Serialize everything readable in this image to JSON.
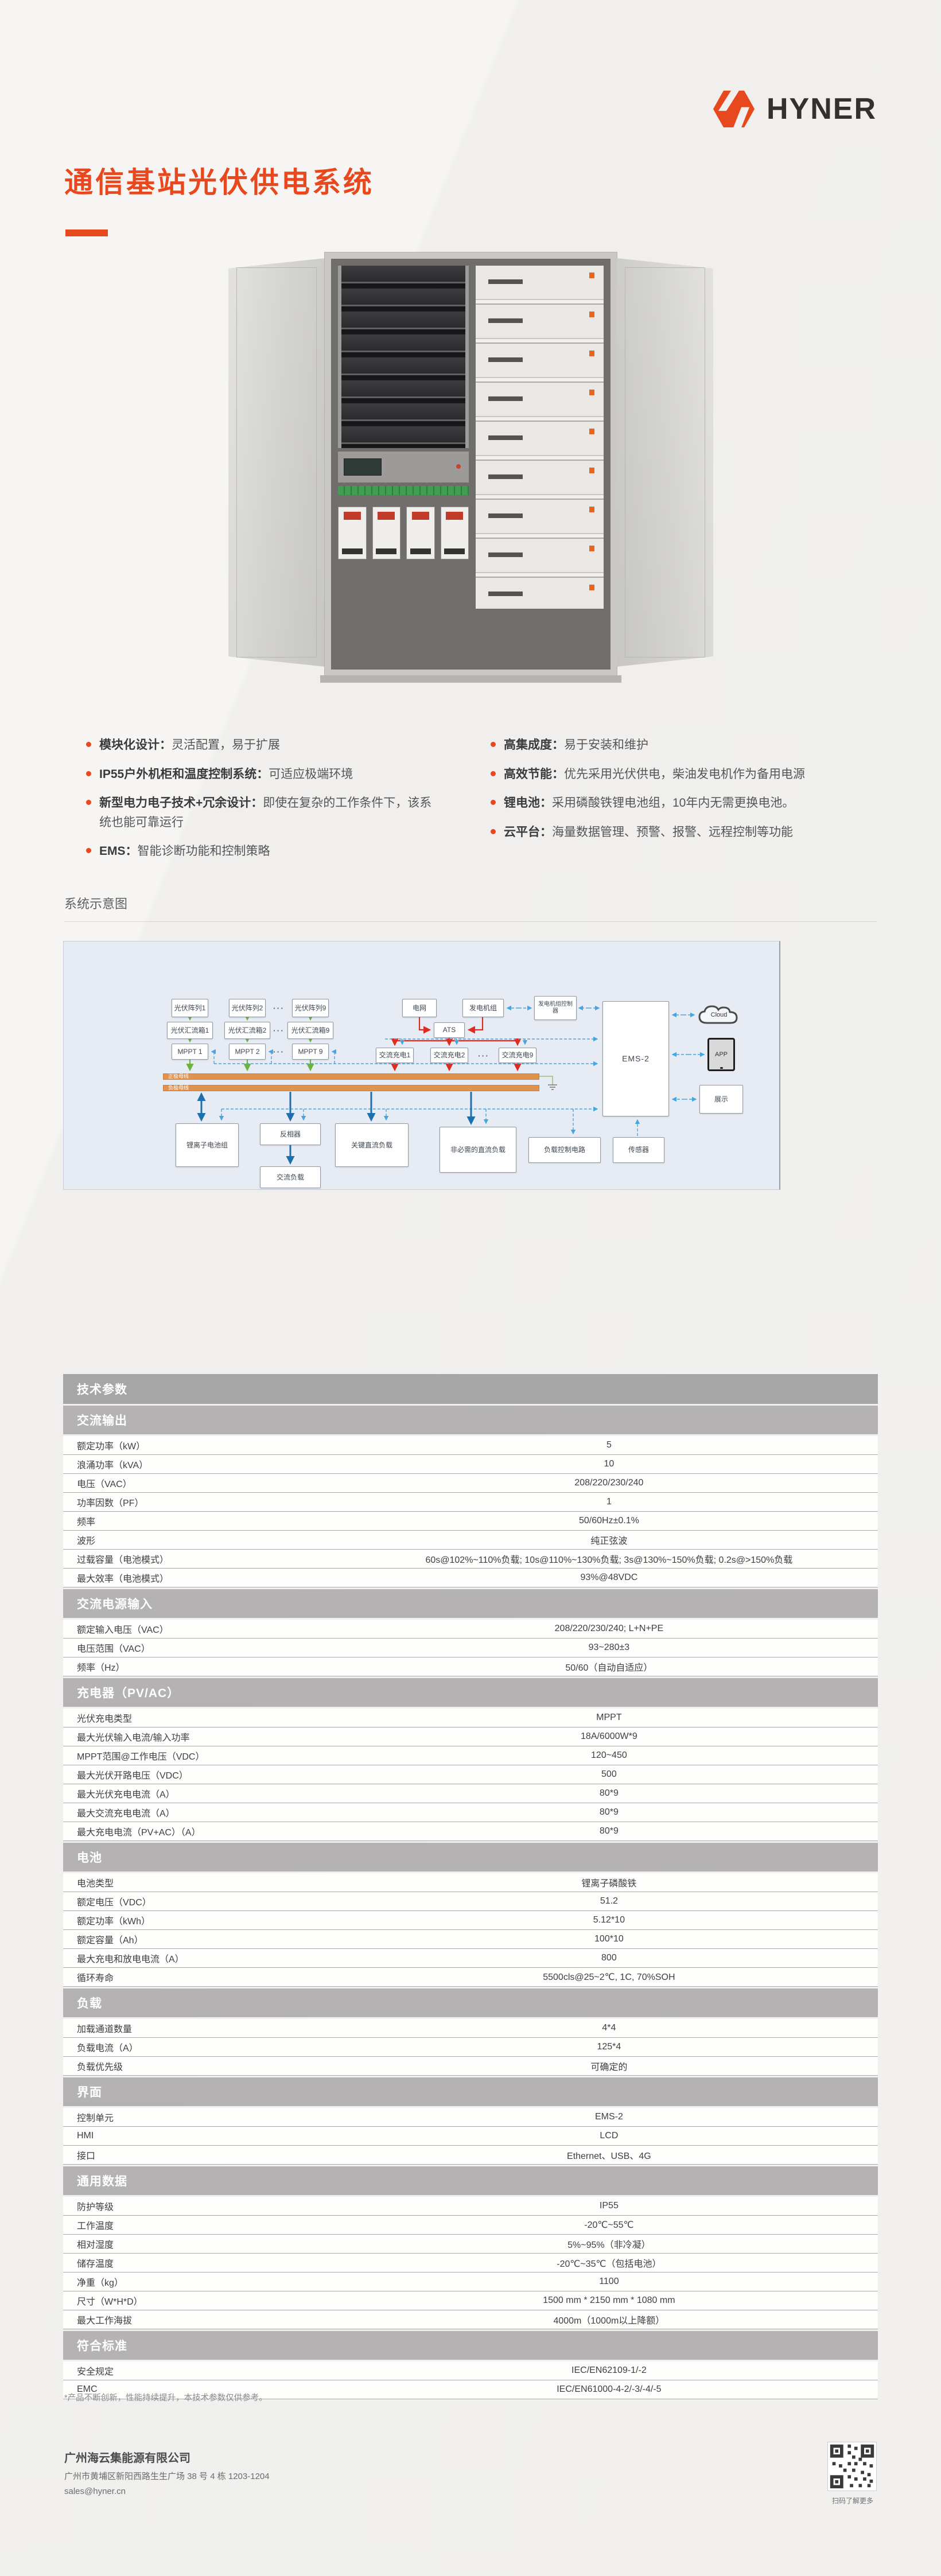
{
  "brand": {
    "name": "HYNER"
  },
  "page": {
    "title": "通信基站光伏供电系统"
  },
  "features": {
    "left": [
      {
        "label": "模块化设计：",
        "text": "灵活配置，易于扩展"
      },
      {
        "label": "IP55户外机柜和温度控制系统：",
        "text": "可适应极端环境"
      },
      {
        "label": "新型电力电子技术+冗余设计：",
        "text": "即使在复杂的工作条件下，该系统也能可靠运行"
      },
      {
        "label": "EMS：",
        "text": "智能诊断功能和控制策略"
      }
    ],
    "right": [
      {
        "label": "高集成度：",
        "text": "易于安装和维护"
      },
      {
        "label": "高效节能：",
        "text": "优先采用光伏供电，柴油发电机作为备用电源"
      },
      {
        "label": "锂电池：",
        "text": "采用磷酸铁锂电池组，10年内无需更换电池。"
      },
      {
        "label": "云平台：",
        "text": "海量数据管理、预警、报警、远程控制等功能"
      }
    ]
  },
  "diagram": {
    "section_title": "系统示意图",
    "pv_array_1": "光伏阵列1",
    "pv_array_2": "光伏阵列2",
    "pv_array_9": "光伏阵列9",
    "combiner_1": "光伏汇流箱1",
    "combiner_2": "光伏汇流箱2",
    "combiner_9": "光伏汇流箱9",
    "mppt_1": "MPPT 1",
    "mppt_2": "MPPT 2",
    "mppt_9": "MPPT 9",
    "grid": "电网",
    "genset": "发电机组",
    "genset_controller": "发电机组控制器",
    "ats": "ATS",
    "ac_charge_1": "交流充电1",
    "ac_charge_2": "交流充电2",
    "ac_charge_9": "交流充电9",
    "bus_positive": "正极母线",
    "bus_negative": "负极母线",
    "battery": "锂离子电池组",
    "inverter": "反相器",
    "ac_load": "交流负载",
    "critical_dc_load": "关键直流负载",
    "noncritical_dc_load": "非必需的直流负载",
    "load_control": "负载控制电路",
    "sensor": "传感器",
    "ems": "EMS-2",
    "display": "展示",
    "cloud": "Cloud",
    "app": "APP",
    "ellipsis": "···"
  },
  "table": {
    "title": "技术参数",
    "sections": [
      {
        "header": "交流输出",
        "rows": [
          [
            "额定功率（kW）",
            "5"
          ],
          [
            "浪涌功率（kVA）",
            "10"
          ],
          [
            "电压（VAC）",
            "208/220/230/240"
          ],
          [
            "功率因数（PF）",
            "1"
          ],
          [
            "频率",
            "50/60Hz±0.1%"
          ],
          [
            "波形",
            "纯正弦波"
          ],
          [
            "过载容量（电池模式）",
            "60s@102%~110%负载;  10s@110%~130%负载;  3s@130%~150%负载;  0.2s@>150%负载"
          ],
          [
            "最大效率（电池模式）",
            "93%@48VDC"
          ]
        ]
      },
      {
        "header": "交流电源输入",
        "rows": [
          [
            "额定输入电压（VAC）",
            "208/220/230/240;  L+N+PE"
          ],
          [
            "电压范围（VAC）",
            "93~280±3"
          ],
          [
            "频率（Hz）",
            "50/60（自动自适应）"
          ]
        ]
      },
      {
        "header": "充电器（PV/AC）",
        "rows": [
          [
            "光伏充电类型",
            "MPPT"
          ],
          [
            "最大光伏输入电流/输入功率",
            "18A/6000W*9"
          ],
          [
            "MPPT范围@工作电压（VDC）",
            "120~450"
          ],
          [
            "最大光伏开路电压（VDC）",
            "500"
          ],
          [
            "最大光伏充电电流（A）",
            "80*9"
          ],
          [
            "最大交流充电电流（A）",
            "80*9"
          ],
          [
            "最大充电电流（PV+AC）（A）",
            "80*9"
          ]
        ]
      },
      {
        "header": "电池",
        "rows": [
          [
            "电池类型",
            "锂离子磷酸铁"
          ],
          [
            "额定电压（VDC）",
            "51.2"
          ],
          [
            "额定功率（kWh）",
            "5.12*10"
          ],
          [
            "额定容量（Ah）",
            "100*10"
          ],
          [
            "最大充电和放电电流（A）",
            "800"
          ],
          [
            "循环寿命",
            "5500cls@25~2℃, 1C, 70%SOH"
          ]
        ]
      },
      {
        "header": "负载",
        "rows": [
          [
            "加载通道数量",
            "4*4"
          ],
          [
            "负载电流（A）",
            "125*4"
          ],
          [
            "负载优先级",
            "可确定的"
          ]
        ]
      },
      {
        "header": "界面",
        "rows": [
          [
            "控制单元",
            "EMS-2"
          ],
          [
            "HMI",
            "LCD"
          ],
          [
            "接口",
            "Ethernet、USB、4G"
          ]
        ]
      },
      {
        "header": "通用数据",
        "rows": [
          [
            "防护等级",
            "IP55"
          ],
          [
            "工作温度",
            "-20℃~55℃"
          ],
          [
            "相对湿度",
            "5%~95%（非冷凝）"
          ],
          [
            "储存温度",
            "-20℃~35℃（包括电池）"
          ],
          [
            "净重（kg）",
            "1100"
          ],
          [
            "尺寸（W*H*D）",
            "1500 mm * 2150 mm * 1080 mm"
          ],
          [
            "最大工作海拔",
            "4000m（1000m以上降额）"
          ]
        ]
      },
      {
        "header": "符合标准",
        "rows": [
          [
            "安全规定",
            "IEC/EN62109-1/-2"
          ],
          [
            "EMC",
            "IEC/EN61000-4-2/-3/-4/-5"
          ]
        ]
      }
    ],
    "footnote": "*产品不断创新，性能持续提升，本技术参数仅供参考。"
  },
  "footer": {
    "company": "广州海云集能源有限公司",
    "address": "广州市黄埔区新阳西路生生广场 38 号 4 栋 1203-1204",
    "email": "sales@hyner.cn",
    "qr_caption": "扫码了解更多"
  }
}
